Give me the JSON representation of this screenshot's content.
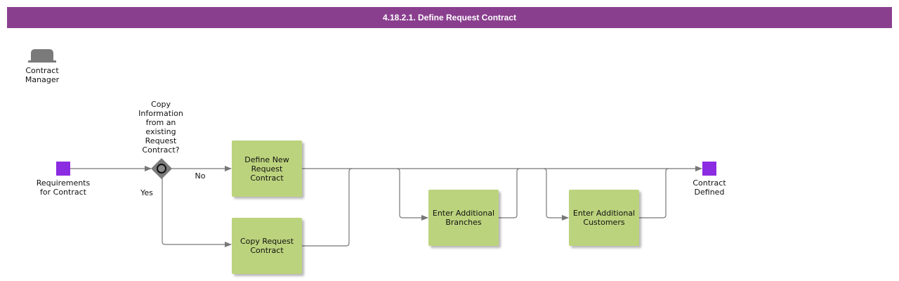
{
  "diagram": {
    "title": "4.18.2.1. Define Request Contract",
    "role": {
      "label": "Contract\nManager",
      "icon": "role-hat-icon"
    },
    "start_event": {
      "label": "Requirements\nfor Contract"
    },
    "end_event": {
      "label": "Contract\nDefined"
    },
    "gateway": {
      "question": "Copy\nInformation\nfrom an\nexisting\nRequest\nContract?",
      "branch_no": "No",
      "branch_yes": "Yes"
    },
    "tasks": {
      "define_new": "Define New\nRequest\nContract",
      "copy": "Copy Request\nContract",
      "branches": "Enter Additional\nBranches",
      "customers": "Enter Additional\nCustomers"
    },
    "colors": {
      "title_bar": "#8a3f8e",
      "task_fill": "#bcd37d",
      "event_fill": "#8b2be2",
      "gateway_fill": "#7a7a7a",
      "flow_line": "#777777"
    }
  }
}
